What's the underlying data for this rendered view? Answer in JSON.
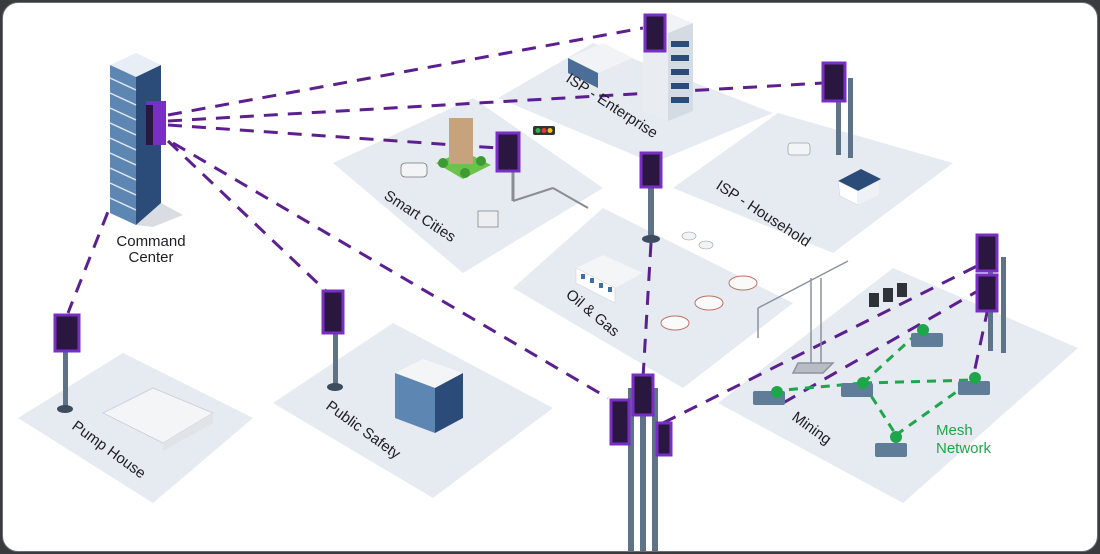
{
  "diagram": {
    "title": "Private wireless network deployment",
    "hub": {
      "label_line1": "Command",
      "label_line2": "Center"
    },
    "zones": [
      {
        "id": "smart-cities",
        "label": "Smart Cities"
      },
      {
        "id": "isp-enterprise",
        "label": "ISP - Enterprise"
      },
      {
        "id": "isp-household",
        "label": "ISP - Household"
      },
      {
        "id": "oil-gas",
        "label": "Oil & Gas"
      },
      {
        "id": "mining",
        "label": "Mining"
      },
      {
        "id": "pump-house",
        "label": "Pump House"
      },
      {
        "id": "public-safety",
        "label": "Public Safety"
      }
    ],
    "mesh": {
      "label_line1": "Mesh",
      "label_line2": "Network"
    },
    "connections": [
      [
        "command-center",
        "isp-enterprise"
      ],
      [
        "command-center",
        "isp-household"
      ],
      [
        "command-center",
        "smart-cities"
      ],
      [
        "command-center",
        "pump-house"
      ],
      [
        "command-center",
        "public-safety"
      ],
      [
        "command-center",
        "main-tower"
      ],
      [
        "main-tower",
        "oil-gas"
      ],
      [
        "main-tower",
        "mining"
      ]
    ],
    "colors": {
      "link": "#5b1f8f",
      "antenna": "#7a2fc4",
      "antenna_dark": "#2a1740",
      "mesh": "#1fa64a",
      "zone": "#e6eaf1",
      "pole": "#5f7388",
      "label": "#1e1e22"
    }
  }
}
